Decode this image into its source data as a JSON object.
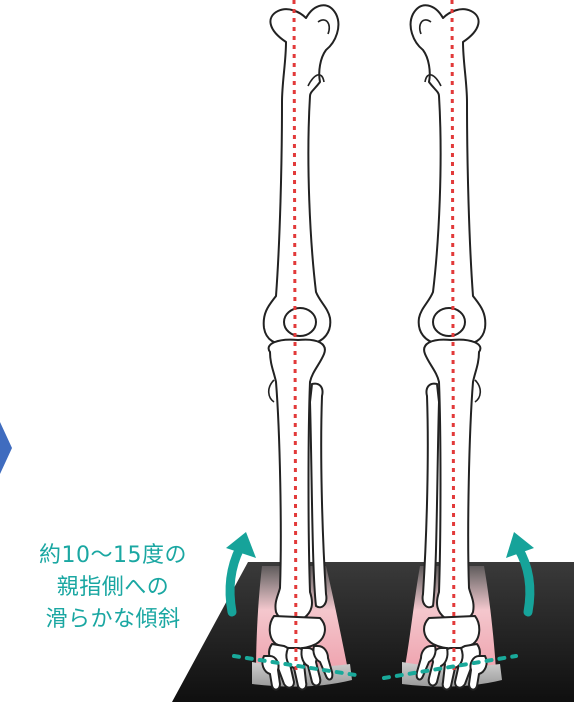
{
  "caption": {
    "line1": "約10〜15度の",
    "line2": "親指側への",
    "line3": "滑らかな傾斜"
  },
  "colors": {
    "caption_text": "#1aa7a2",
    "arrow": "#16a39a",
    "axis_line": "#e23a3a",
    "floor_line": "#19a99a",
    "insole": "#f3c4cb",
    "board": "#1e1e1e",
    "bone_outline": "#222222",
    "nav_arrow": "#3f6cbf"
  },
  "icons": {
    "nav": "chevron-right-icon",
    "tilt": "curved-arrow-up-icon"
  }
}
